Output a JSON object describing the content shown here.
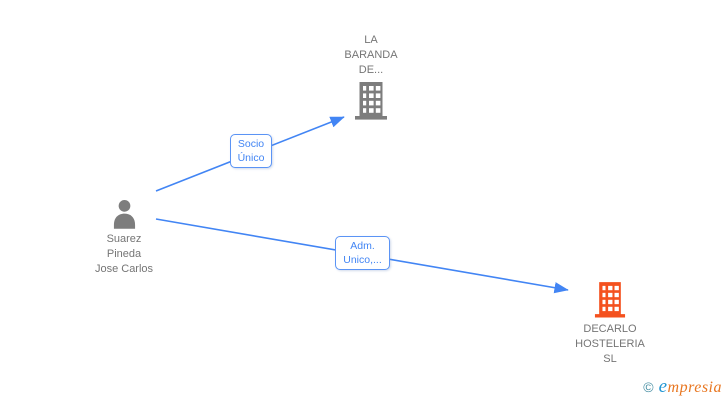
{
  "diagram": {
    "type": "corporate-relations-graph",
    "background": "#ffffff"
  },
  "nodes": {
    "person": {
      "type": "person",
      "label": "Suarez Pineda Jose Carlos",
      "lines": [
        "Suarez",
        "Pineda",
        "Jose Carlos"
      ],
      "icon": "person-icon",
      "color": "#7d7d7d"
    },
    "company_top": {
      "type": "company",
      "label": "LA BARANDA DE...",
      "lines": [
        "LA",
        "BARANDA",
        "DE..."
      ],
      "icon": "building-icon",
      "color": "#7d7d7d"
    },
    "company_bottom": {
      "type": "company",
      "label": "DECARLO HOSTELERIA SL",
      "lines": [
        "DECARLO",
        "HOSTELERIA",
        "SL"
      ],
      "icon": "building-icon",
      "color": "#f4511e"
    }
  },
  "edges": [
    {
      "from": "Suarez Pineda Jose Carlos",
      "to": "LA BARANDA DE...",
      "label": "Socio Único",
      "label_lines": [
        "Socio",
        "Único"
      ]
    },
    {
      "from": "Suarez Pineda Jose Carlos",
      "to": "DECARLO HOSTELERIA SL",
      "label": "Adm. Unico,...",
      "label_lines": [
        "Adm.",
        "Unico,..."
      ]
    }
  ],
  "footer": {
    "copyright": "©",
    "brand_initial": "e",
    "brand_rest": "mpresia",
    "brand_full": "empresia"
  },
  "colors": {
    "edge_blue": "#4285f4",
    "edge_label_border": "#5b94f5",
    "node_label_gray": "#757575",
    "person_icon_gray": "#7d7d7d",
    "company_top_icon_gray": "#7d7d7d",
    "company_bottom_icon_orange": "#f4511e",
    "logo_copyright_teal": "#4a90a4",
    "logo_initial_blue": "#2196d3",
    "logo_rest_orange": "#e87722"
  }
}
